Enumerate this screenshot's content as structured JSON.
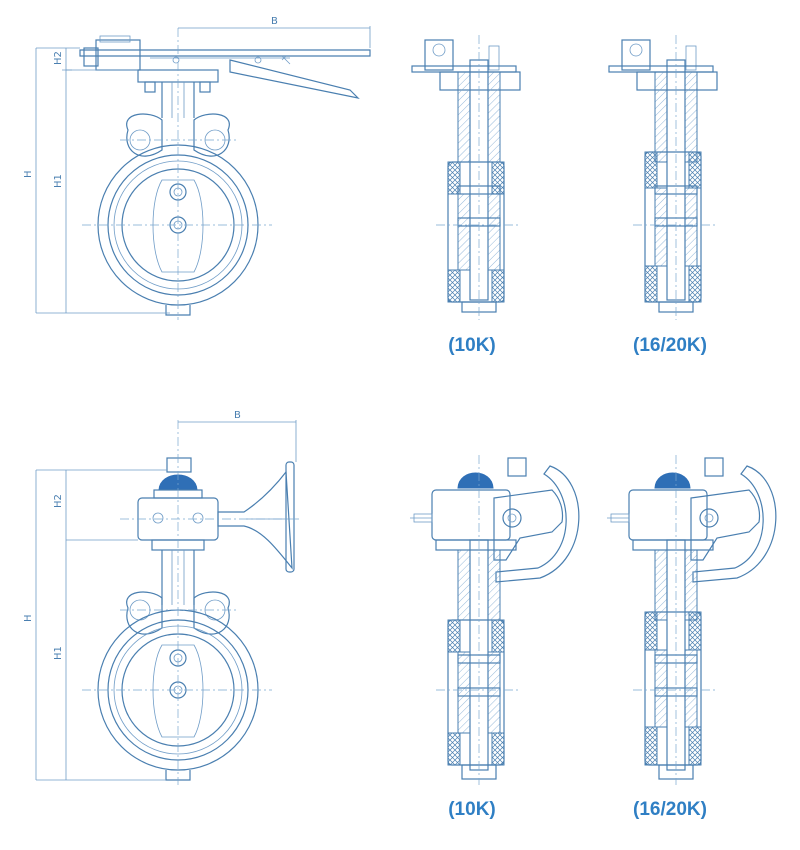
{
  "dimension_labels": {
    "b": "B",
    "h": "H",
    "h1": "H1",
    "h2": "H2"
  },
  "captions": {
    "lever_10k": "(10K)",
    "lever_16_20k": "(16/20K)",
    "gear_10k": "(10K)",
    "gear_16_20k": "(16/20K)"
  },
  "colors": {
    "line": "#4a7fb0",
    "caption": "#2f7fc4",
    "indicator_cap": "#2f6fb6"
  }
}
